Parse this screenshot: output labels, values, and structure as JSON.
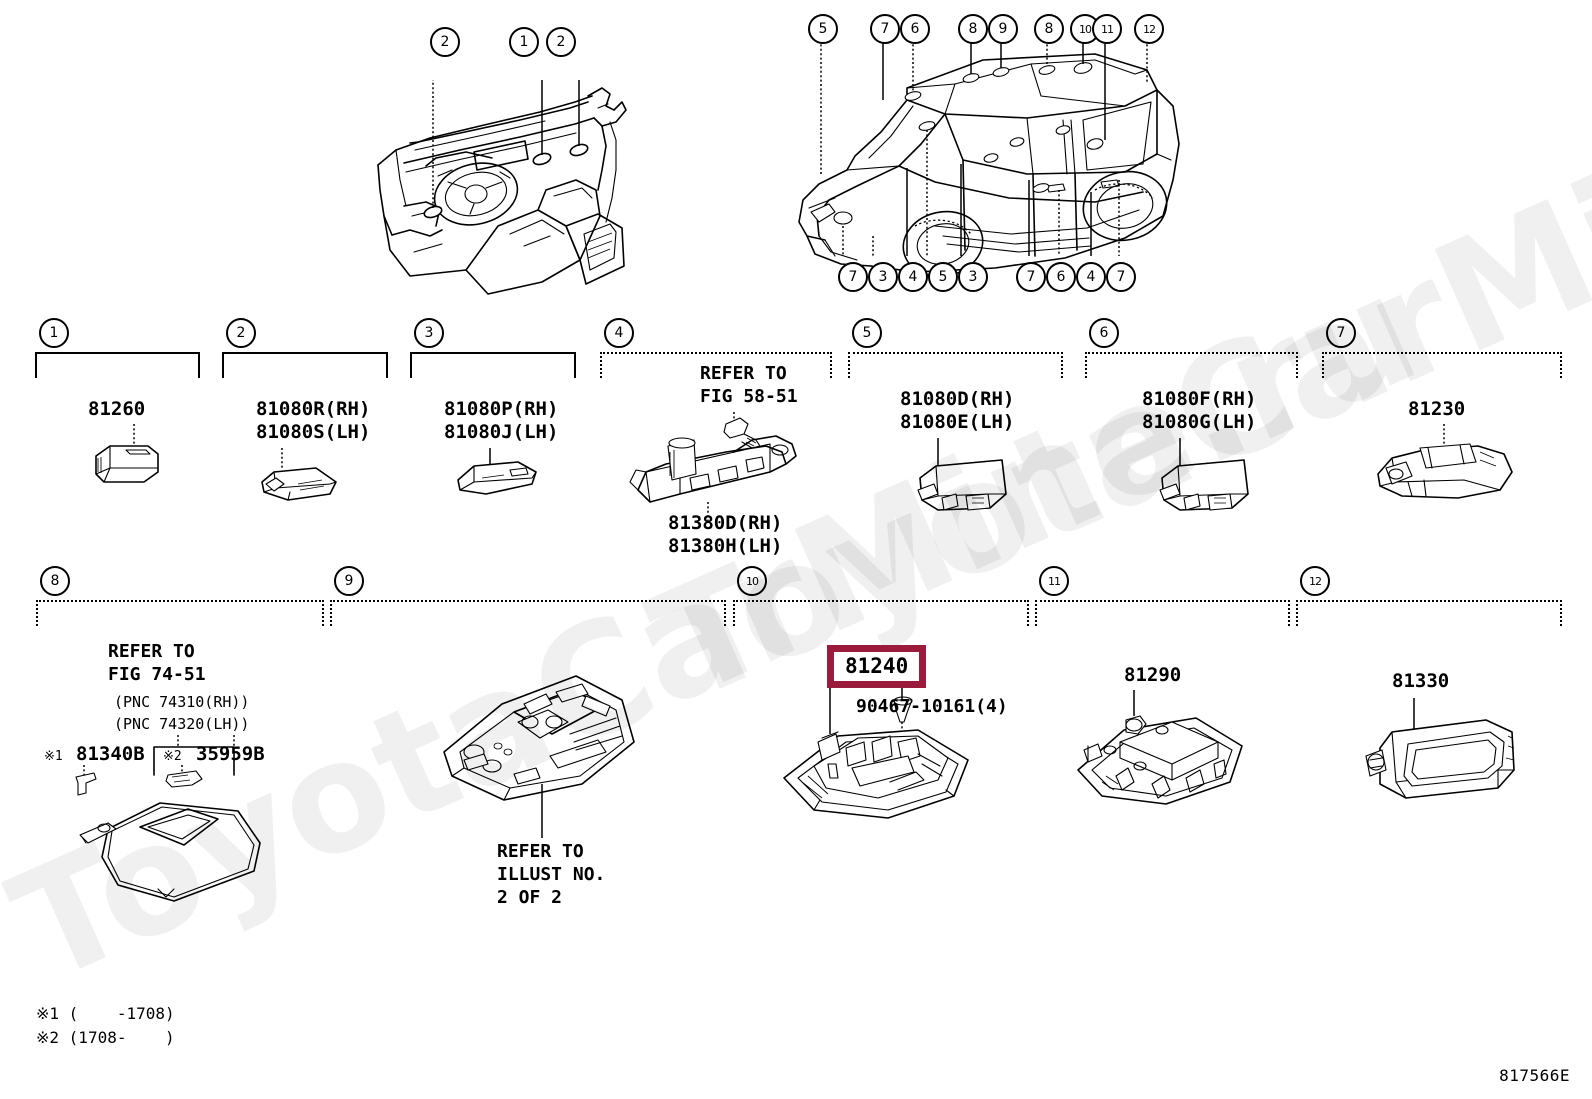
{
  "document": {
    "figure_code": "817566E",
    "watermark": "ToyotaCarMine.ru"
  },
  "top_illustrations": {
    "dashboard": {
      "name": "instrument-panel-view",
      "callouts": [
        {
          "id": "c-dash-2a",
          "label": "2"
        },
        {
          "id": "c-dash-1",
          "label": "1"
        },
        {
          "id": "c-dash-2b",
          "label": "2"
        }
      ]
    },
    "vehicle": {
      "name": "vehicle-body-view",
      "callouts_top": [
        "5",
        "7",
        "6",
        "8",
        "9",
        "8",
        "10",
        "11",
        "12"
      ],
      "callouts_bottom": [
        "7",
        "3",
        "4",
        "5",
        "3",
        "7",
        "6",
        "4",
        "7"
      ]
    }
  },
  "groups_row1": [
    {
      "num": "1",
      "dotted": false,
      "labels": [
        "81260"
      ],
      "icon": "switch-block-icon"
    },
    {
      "num": "2",
      "dotted": false,
      "labels": [
        "81080R(RH)",
        "81080S(LH)"
      ],
      "icon": "door-courtesy-lamp-icon"
    },
    {
      "num": "3",
      "dotted": false,
      "labels": [
        "81080P(RH)",
        "81080J(LH)"
      ],
      "icon": "door-courtesy-lamp-icon"
    },
    {
      "num": "4",
      "dotted": true,
      "refer": "REFER TO\nFIG 58-51",
      "labels": [
        "81380D(RH)",
        "81380H(LH)"
      ],
      "icon": "assist-grip-lamp-icon"
    },
    {
      "num": "5",
      "dotted": true,
      "labels": [
        "81080D(RH)",
        "81080E(LH)"
      ],
      "icon": "step-lamp-icon"
    },
    {
      "num": "6",
      "dotted": true,
      "labels": [
        "81080F(RH)",
        "81080G(LH)"
      ],
      "icon": "step-lamp-icon"
    },
    {
      "num": "7",
      "dotted": true,
      "labels": [
        "81230"
      ],
      "icon": "grip-lamp-icon"
    }
  ],
  "groups_row2": [
    {
      "num": "8",
      "dotted": true,
      "refer": "REFER TO\nFIG 74-51",
      "pnc": [
        "(PNC 74310(RH))",
        "(PNC 74320(LH))"
      ],
      "marked_labels": [
        {
          "mark": "※1",
          "label": "81340B"
        },
        {
          "mark": "※2",
          "label": "35959B"
        }
      ],
      "icon": "sun-visor-vanity-lamp-icon"
    },
    {
      "num": "9",
      "dotted": true,
      "refer_below": "REFER TO\nILLUST NO.\n2 OF 2",
      "icon": "overhead-console-icon"
    },
    {
      "num": "10",
      "dotted": true,
      "highlight_label": "81240",
      "labels": [
        "90467-10161(4)"
      ],
      "icon": "room-lamp-assembly-icon"
    },
    {
      "num": "11",
      "dotted": true,
      "labels": [
        "81290"
      ],
      "icon": "personal-lamp-icon"
    },
    {
      "num": "12",
      "dotted": true,
      "labels": [
        "81330"
      ],
      "icon": "luggage-lamp-icon"
    }
  ],
  "footnotes": [
    "※1 (    -1708)",
    "※2 (1708-    )"
  ],
  "colors": {
    "highlight": "#9B1B3C",
    "line": "#000000",
    "background": "#ffffff"
  }
}
